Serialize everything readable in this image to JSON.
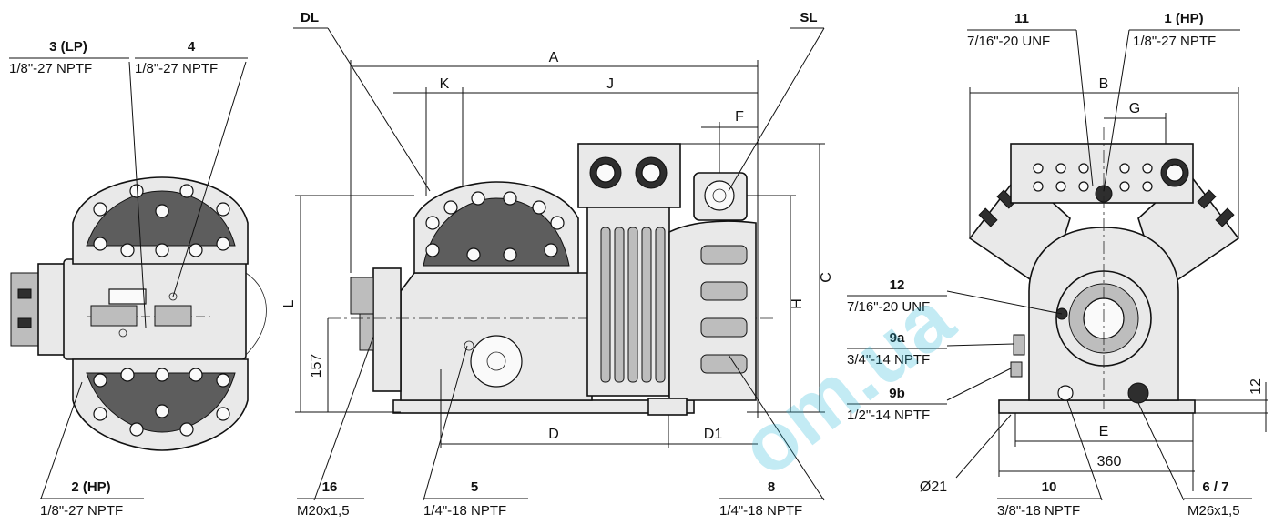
{
  "watermark": "om.ua",
  "dimensions": {
    "A": "A",
    "B": "B",
    "C": "C",
    "D": "D",
    "D1": "D1",
    "E": "E",
    "F": "F",
    "G": "G",
    "H": "H",
    "J": "J",
    "K": "K",
    "L": "L",
    "h157": "157",
    "w360": "360",
    "h12": "12",
    "dia21": "Ø21"
  },
  "callouts": {
    "lp3": {
      "num": "3 (LP)",
      "spec": "1/8\"-27 NPTF"
    },
    "c4": {
      "num": "4",
      "spec": "1/8\"-27 NPTF"
    },
    "hp2": {
      "num": "2 (HP)",
      "spec": "1/8\"-27 NPTF"
    },
    "dl": {
      "num": "DL"
    },
    "sl": {
      "num": "SL"
    },
    "c16": {
      "num": "16",
      "spec": "M20x1,5"
    },
    "c5": {
      "num": "5",
      "spec": "1/4\"-18 NPTF"
    },
    "c8": {
      "num": "8",
      "spec": "1/4\"-18 NPTF"
    },
    "c11": {
      "num": "11",
      "spec": "7/16\"-20 UNF"
    },
    "hp1": {
      "num": "1 (HP)",
      "spec": "1/8\"-27 NPTF"
    },
    "c12": {
      "num": "12",
      "spec": "7/16\"-20 UNF"
    },
    "c9a": {
      "num": "9a",
      "spec": "3/4\"-14 NPTF"
    },
    "c9b": {
      "num": "9b",
      "spec": "1/2\"-14 NPTF"
    },
    "c10": {
      "num": "10",
      "spec": "3/8\"-18 NPTF"
    },
    "c67": {
      "num": "6 / 7",
      "spec": "M26x1,5"
    }
  }
}
